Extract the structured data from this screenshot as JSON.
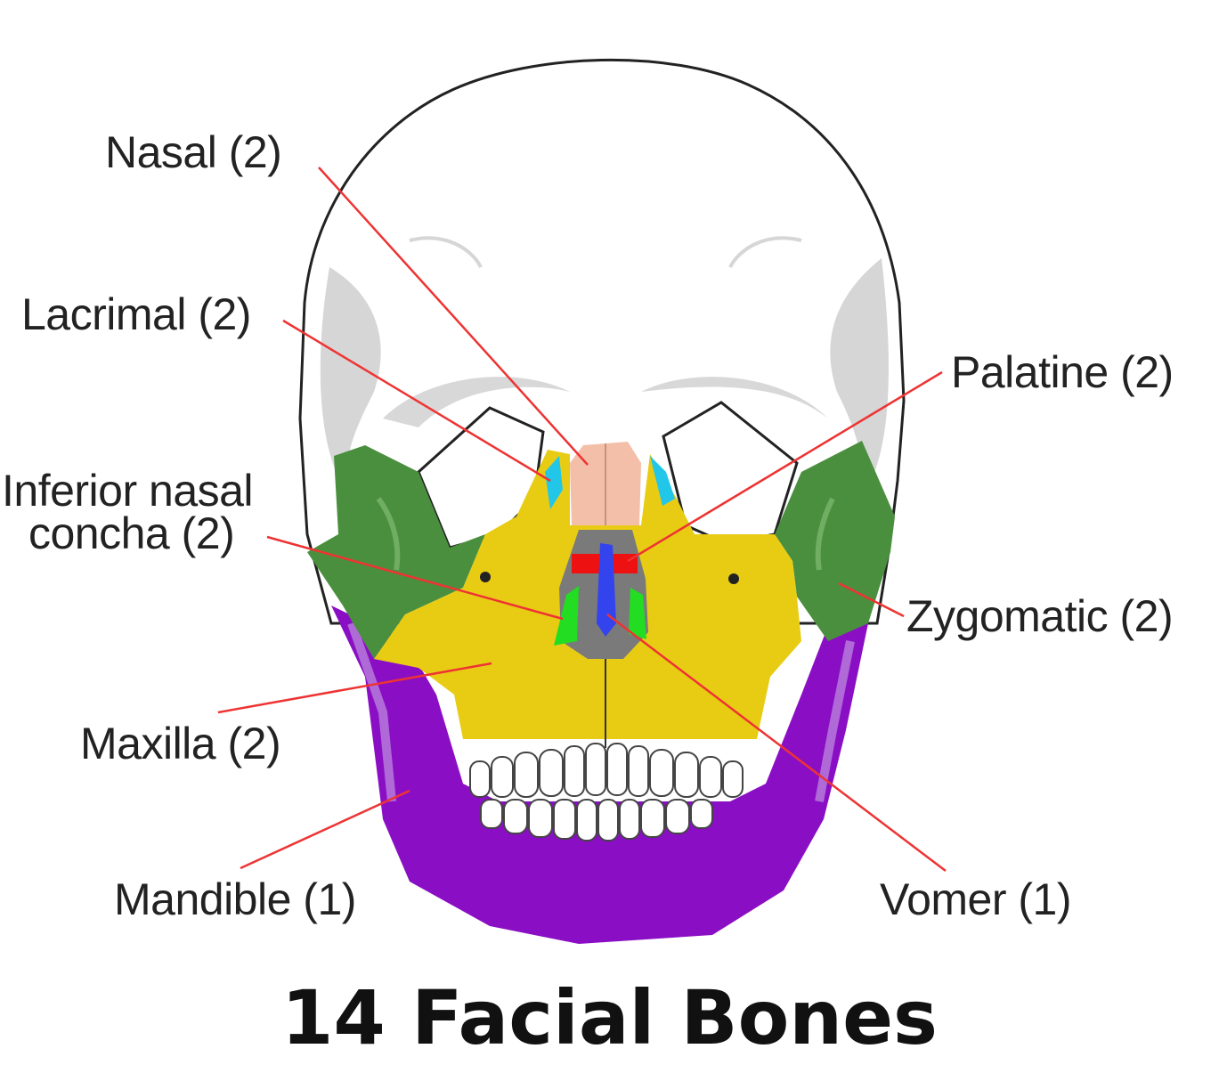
{
  "title": "14 Facial Bones",
  "labels": {
    "nasal": "Nasal (2)",
    "lacrimal": "Lacrimal (2)",
    "inferior_concha_line1": "Inferior nasal",
    "inferior_concha_line2": "concha (2)",
    "maxilla": "Maxilla (2)",
    "mandible": "Mandible (1)",
    "palatine": "Palatine (2)",
    "zygomatic": "Zygomatic (2)",
    "vomer": "Vomer (1)"
  },
  "colors": {
    "leader_line": "#ee3333",
    "nasal": "#f4bfa8",
    "lacrimal": "#22c6e8",
    "inferior_concha": "#22dd22",
    "maxilla": "#e8cc14",
    "mandible": "#8a0fc4",
    "palatine": "#ee1111",
    "zygomatic": "#4a8f3e",
    "vomer": "#3344ee",
    "ethmoid": "#7a7a7a",
    "skull_outline": "#222222",
    "shadow": "#d0d0d0"
  }
}
